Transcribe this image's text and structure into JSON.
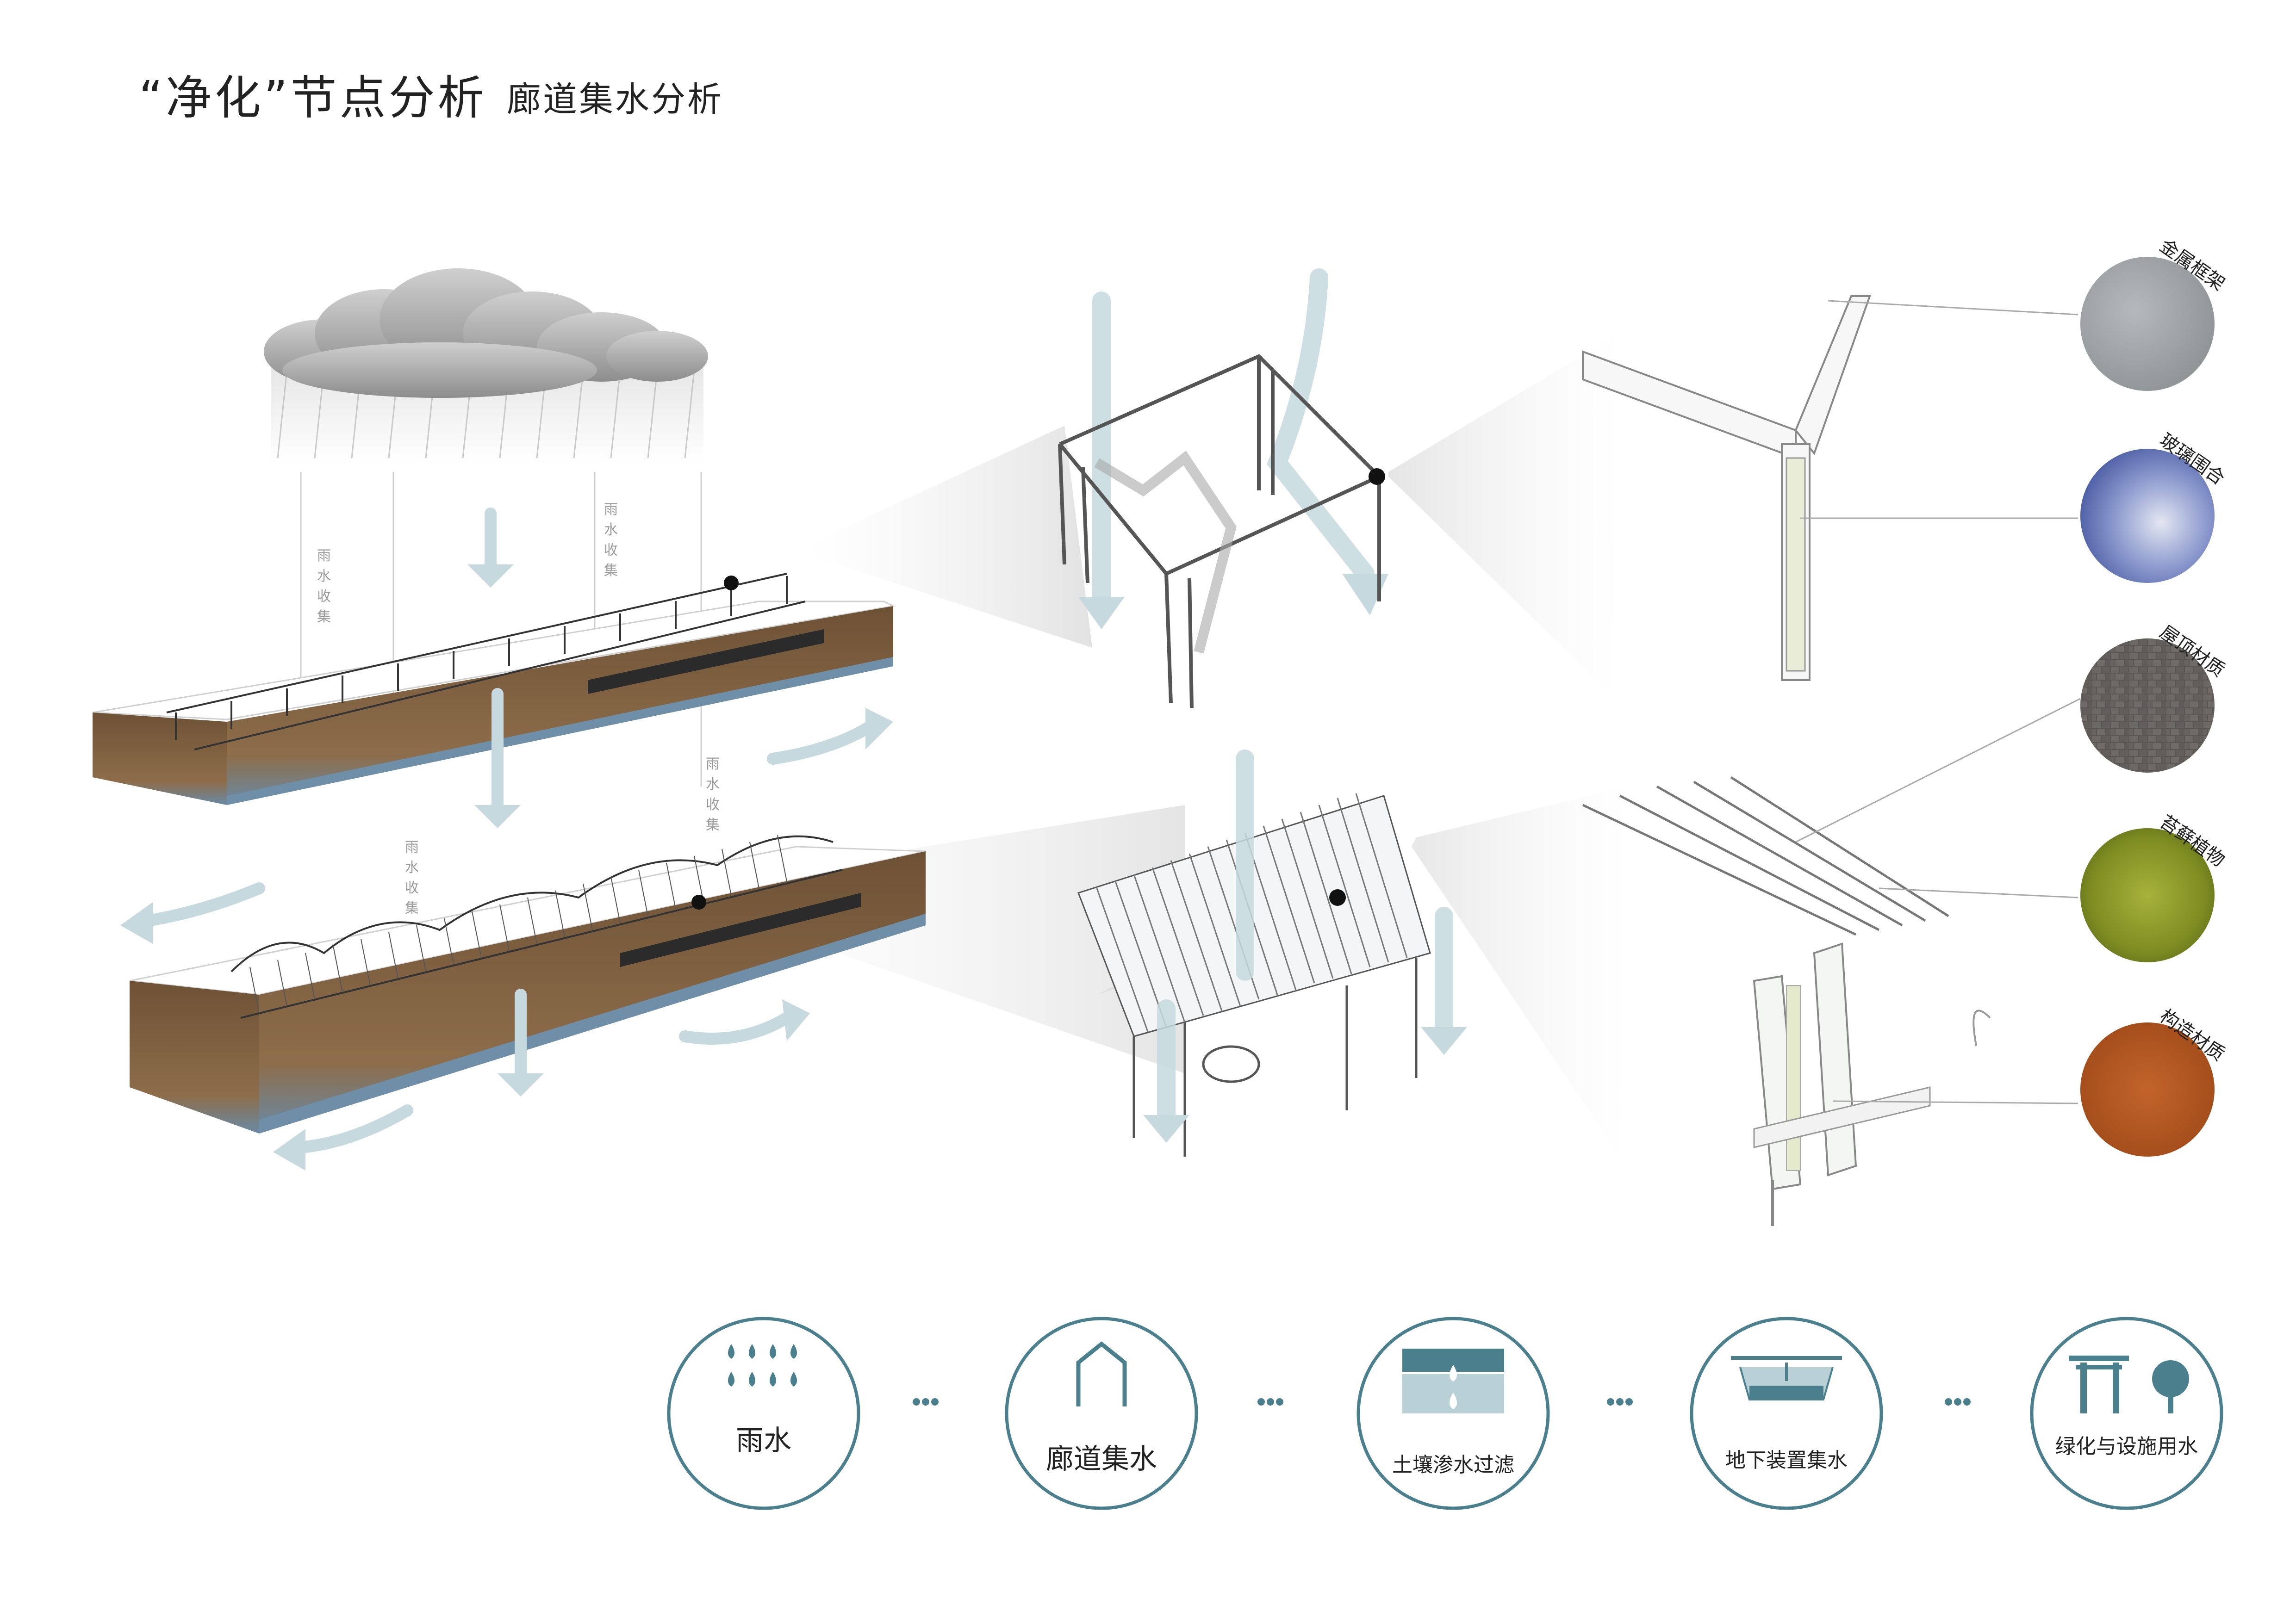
{
  "title": {
    "main": "“净化”节点分析",
    "sub": "廊道集水分析"
  },
  "rain_labels": [
    "雨水收集",
    "雨水收集",
    "雨水收集",
    "雨水收集"
  ],
  "materials": [
    {
      "label": "金属框架",
      "color": "#9ea3a5"
    },
    {
      "label": "玻璃围合",
      "color": "#5d6fb3"
    },
    {
      "label": "屋顶材质",
      "color": "#5e5b58"
    },
    {
      "label": "苔藓植物",
      "color": "#8d9a2a"
    },
    {
      "label": "构造材质",
      "color": "#b0541f"
    }
  ],
  "process_steps": [
    {
      "label": "雨水",
      "icon": "raindrops-icon"
    },
    {
      "label": "廊道集水",
      "icon": "corridor-roof-icon"
    },
    {
      "label": "土壤渗水过滤",
      "icon": "soil-filter-icon"
    },
    {
      "label": "地下装置集水",
      "icon": "underground-tank-icon"
    },
    {
      "label": "绿化与设施用水",
      "icon": "landscape-use-icon"
    }
  ],
  "colors": {
    "accent": "#4a7f8e",
    "arrow": "#c6d9df",
    "soil": "#8a6a4a",
    "water": "#6f8fa8"
  }
}
